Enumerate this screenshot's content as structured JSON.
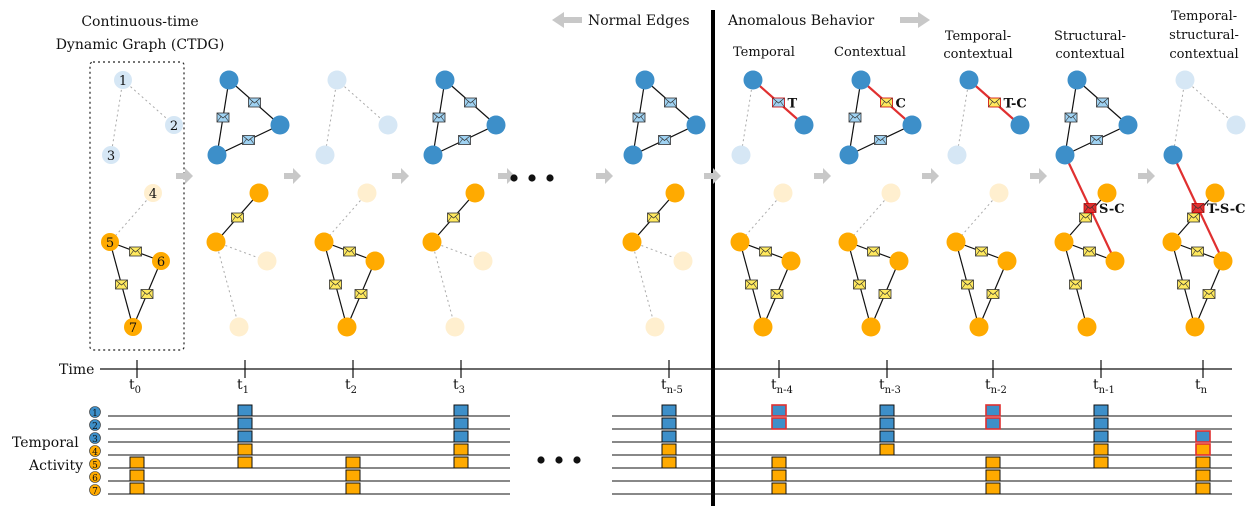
{
  "header": {
    "ctdg_line1": "Continuous-time",
    "ctdg_line2": "Dynamic Graph (CTDG)",
    "normal_edges": "Normal Edges",
    "anomalous_behavior": "Anomalous Behavior"
  },
  "anomaly_types": [
    {
      "line1": "",
      "line2": "Temporal",
      "tag": "T"
    },
    {
      "line1": "",
      "line2": "Contextual",
      "tag": "C"
    },
    {
      "line1": "Temporal-",
      "line2": "contextual",
      "tag": "T-C"
    },
    {
      "line1": "Structural-",
      "line2": "contextual",
      "tag": "S-C"
    },
    {
      "line1": "Temporal-",
      "line2": "structural-",
      "line3": "contextual",
      "tag": "T-S-C"
    }
  ],
  "node_labels": [
    "1",
    "2",
    "3",
    "4",
    "5",
    "6",
    "7"
  ],
  "timeline": {
    "label": "Time",
    "ticks": [
      {
        "base": "t",
        "sub": "0"
      },
      {
        "base": "t",
        "sub": "1"
      },
      {
        "base": "t",
        "sub": "2"
      },
      {
        "base": "t",
        "sub": "3"
      },
      {
        "base": "t",
        "sub": "n-5"
      },
      {
        "base": "t",
        "sub": "n-4"
      },
      {
        "base": "t",
        "sub": "n-3"
      },
      {
        "base": "t",
        "sub": "n-2"
      },
      {
        "base": "t",
        "sub": "n-1"
      },
      {
        "base": "t",
        "sub": "n"
      }
    ]
  },
  "activity": {
    "label_line1": "Temporal",
    "label_line2": "Activity",
    "rows": [
      "1",
      "2",
      "3",
      "4",
      "5",
      "6",
      "7"
    ]
  },
  "colors": {
    "blue": "#3d8fc9",
    "blue_light": "#d6e7f5",
    "orange": "#ffaa00",
    "orange_light": "#ffefcf",
    "anomaly_red": "#e03030",
    "envelope_yellow": "#ffe95e",
    "envelope_blue": "#9fd2f2"
  },
  "icons": {
    "arrow": "right-arrow-icon",
    "envelope": "envelope-icon",
    "ellipsis": "ellipsis-icon"
  }
}
